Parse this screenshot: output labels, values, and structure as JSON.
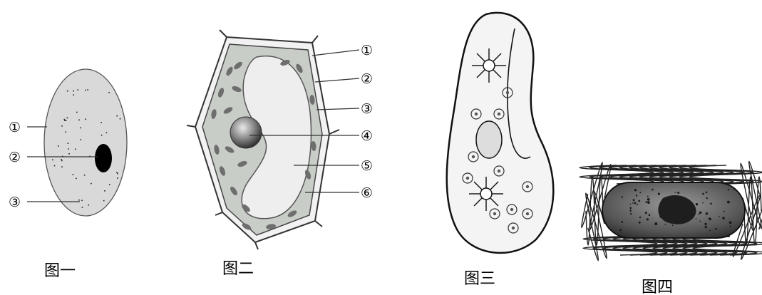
{
  "figures": [
    {
      "caption": "图一",
      "labels": [
        "①",
        "②",
        "③"
      ]
    },
    {
      "caption": "图二",
      "labels": [
        "①",
        "②",
        "③",
        "④",
        "⑤",
        "⑥"
      ]
    },
    {
      "caption": "图三",
      "labels": []
    },
    {
      "caption": "图四",
      "labels": []
    }
  ],
  "colors": {
    "cytoplasm": "#d8d8d8",
    "organelle": "#6e6e6e",
    "vacuole": "#eeeeee",
    "outline": "#222222"
  }
}
